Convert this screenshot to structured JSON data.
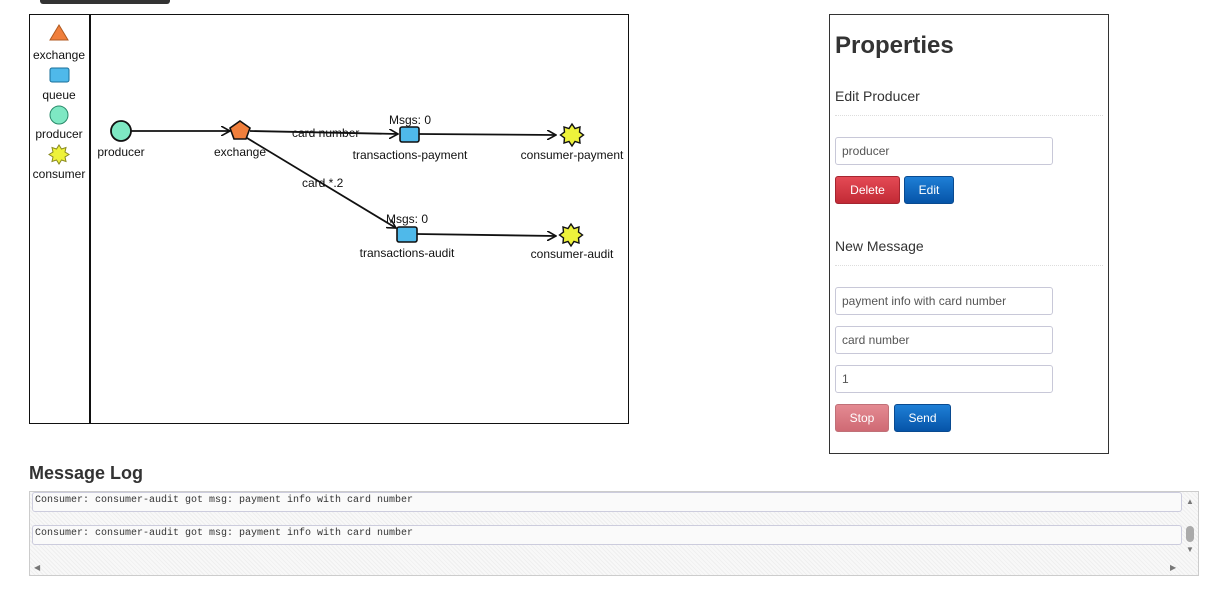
{
  "palette": {
    "items": [
      {
        "key": "exchange",
        "label": "exchange"
      },
      {
        "key": "queue",
        "label": "queue"
      },
      {
        "key": "producer",
        "label": "producer"
      },
      {
        "key": "consumer",
        "label": "consumer"
      }
    ]
  },
  "diagram": {
    "nodes": {
      "producer": {
        "label": "producer"
      },
      "exchange": {
        "label": "exchange"
      },
      "queue_payment": {
        "label": "transactions-payment",
        "msgs": "Msgs: 0"
      },
      "queue_audit": {
        "label": "transactions-audit",
        "msgs": "Msgs: 0"
      },
      "consumer_payment": {
        "label": "consumer-payment"
      },
      "consumer_audit": {
        "label": "consumer-audit"
      }
    },
    "edges": {
      "exchange_to_payment": "card number",
      "exchange_to_audit": "card.*.2"
    }
  },
  "colors": {
    "exchange": "#f07f3c",
    "queue": "#4fb9ea",
    "producer": "#7ee8c3",
    "consumer": "#eef23b"
  },
  "properties": {
    "title": "Properties",
    "edit_section": "Edit Producer",
    "producer_name": "producer",
    "delete_label": "Delete",
    "edit_label": "Edit",
    "message_section": "New Message",
    "message_value": "payment info with card number",
    "routing_key_value": "card number",
    "count_value": "1",
    "stop_label": "Stop",
    "send_label": "Send"
  },
  "log": {
    "title": "Message Log",
    "entries": [
      "Consumer: consumer-audit got msg:  payment info with card number",
      "Consumer: consumer-audit got msg:  payment info with card number"
    ]
  }
}
